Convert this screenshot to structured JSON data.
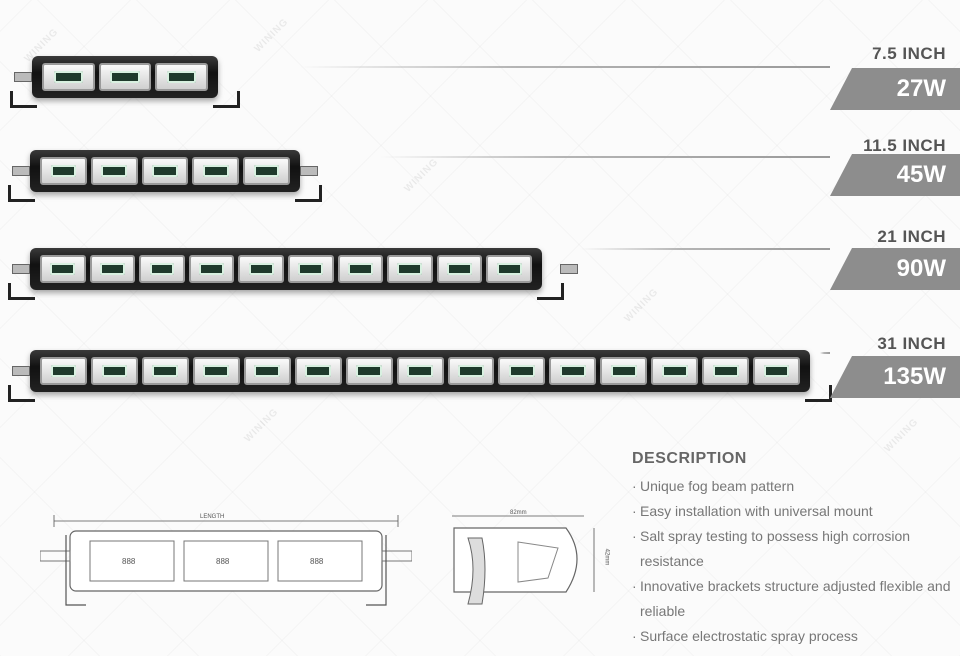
{
  "watermark": "WINING",
  "products": [
    {
      "size": "7.5 INCH",
      "power": "27W",
      "pods": 3
    },
    {
      "size": "11.5 INCH",
      "power": "45W",
      "pods": 5
    },
    {
      "size": "21 INCH",
      "power": "90W",
      "pods": 10
    },
    {
      "size": "31 INCH",
      "power": "135W",
      "pods": 15
    }
  ],
  "description": {
    "title": "DESCRIPTION",
    "items": [
      "Unique fog beam pattern",
      "Easy installation with universal mount",
      "Salt spray testing to possess high corrosion resistance",
      "Innovative brackets structure adjusted flexible and reliable",
      "Surface electrostatic spray process"
    ]
  },
  "drawings": {
    "front_length_label": "LENGTH",
    "side_width_label": "82mm",
    "side_height_label": "42mm",
    "front_digits": [
      "888",
      "888",
      "888"
    ]
  }
}
